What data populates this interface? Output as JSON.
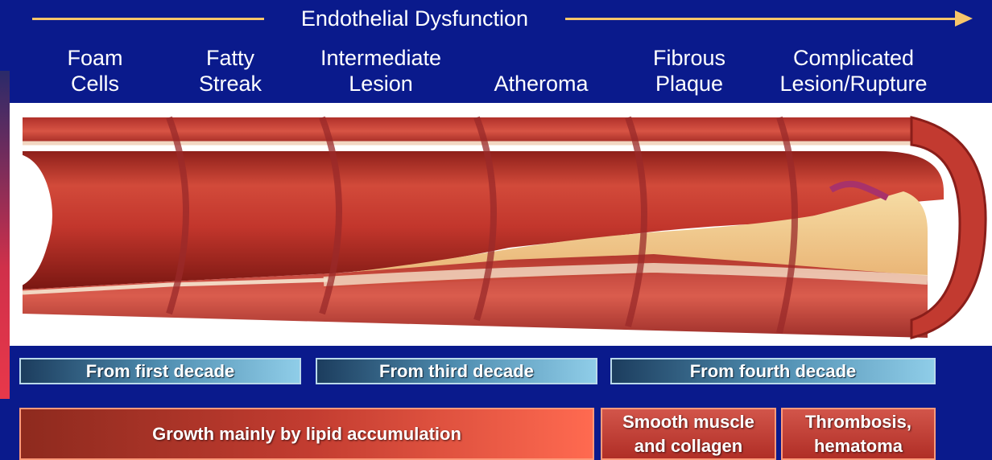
{
  "header": {
    "title": "Endothelial Dysfunction",
    "arrow_color": "#f7c66a"
  },
  "stages": [
    "Foam\nCells",
    "Fatty\nStreak",
    "Intermediate\nLesion",
    "Atheroma",
    "Fibrous\nPlaque",
    "Complicated\nLesion/Rupture"
  ],
  "decades": [
    "From first decade",
    "From third decade",
    "From fourth decade"
  ],
  "growth": [
    "Growth mainly by lipid accumulation",
    "Smooth muscle\nand collagen",
    "Thrombosis,\nhematoma"
  ],
  "colors": {
    "background": "#0a1a8c",
    "artery": "#c2362c",
    "lipid": "#f0c98a"
  }
}
